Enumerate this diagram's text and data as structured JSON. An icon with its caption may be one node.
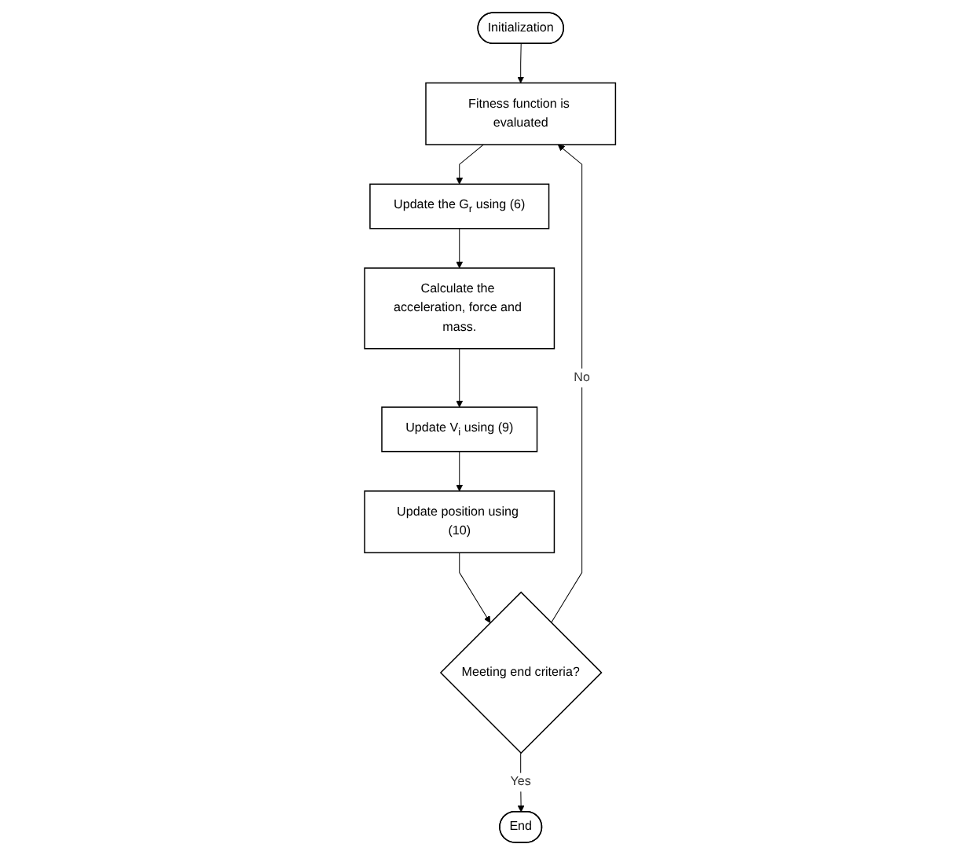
{
  "diagram": {
    "nodes": [
      {
        "text": [
          "Initialization"
        ]
      },
      {
        "text": [
          "Fitness function is evaluated"
        ]
      },
      {
        "text": [
          "Update the G$_{r}$ using (6)"
        ]
      },
      {
        "text": [
          "Calculate the acceleration, force and mass."
        ]
      },
      {
        "text": [
          "Update V$_{i}$ using (9)"
        ]
      },
      {
        "text": [
          "Update position using (10)"
        ]
      },
      {
        "text": [
          "Meeting end criteria?"
        ]
      },
      {
        "text": [
          "End"
        ]
      }
    ],
    "edges": [
      {
        "from": 0,
        "to": 1,
        "arrow": "to"
      },
      {
        "from": 1,
        "to": 2,
        "arrow": "to"
      },
      {
        "from": 2,
        "to": 3,
        "arrow": "to"
      },
      {
        "from": 3,
        "to": 4,
        "arrow": "to"
      },
      {
        "from": 4,
        "to": 5,
        "arrow": "to"
      },
      {
        "from": 5,
        "to": 6,
        "arrow": "to"
      },
      {
        "from": 6,
        "to": 1,
        "arrow": "to",
        "label": "No"
      },
      {
        "from": 6,
        "to": 7,
        "arrow": "to",
        "label": "Yes"
      }
    ]
  }
}
